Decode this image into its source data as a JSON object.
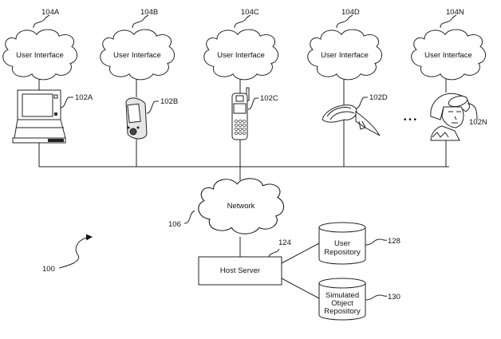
{
  "diagram": {
    "figure_ref": "100",
    "clients": [
      {
        "ui_ref": "104A",
        "ui_label": "User Interface",
        "device_ref": "102A",
        "device": "laptop"
      },
      {
        "ui_ref": "104B",
        "ui_label": "User Interface",
        "device_ref": "102B",
        "device": "pda"
      },
      {
        "ui_ref": "104C",
        "ui_label": "User Interface",
        "device_ref": "102C",
        "device": "mobile-phone"
      },
      {
        "ui_ref": "104D",
        "ui_label": "User Interface",
        "device_ref": "102D",
        "device": "vr-headset"
      },
      {
        "ui_ref": "104N",
        "ui_label": "User Interface",
        "device_ref": "102N",
        "device": "soldier-helmet"
      }
    ],
    "ellipsis": "• • •",
    "network": {
      "label": "Network",
      "ref": "106"
    },
    "host_server": {
      "label": "Host Server",
      "ref": "124"
    },
    "user_repository": {
      "line1": "User",
      "line2": "Repository",
      "ref": "128"
    },
    "simulated_object_repository": {
      "line1": "Simulated",
      "line2": "Object",
      "line3": "Repository",
      "ref": "130"
    }
  }
}
